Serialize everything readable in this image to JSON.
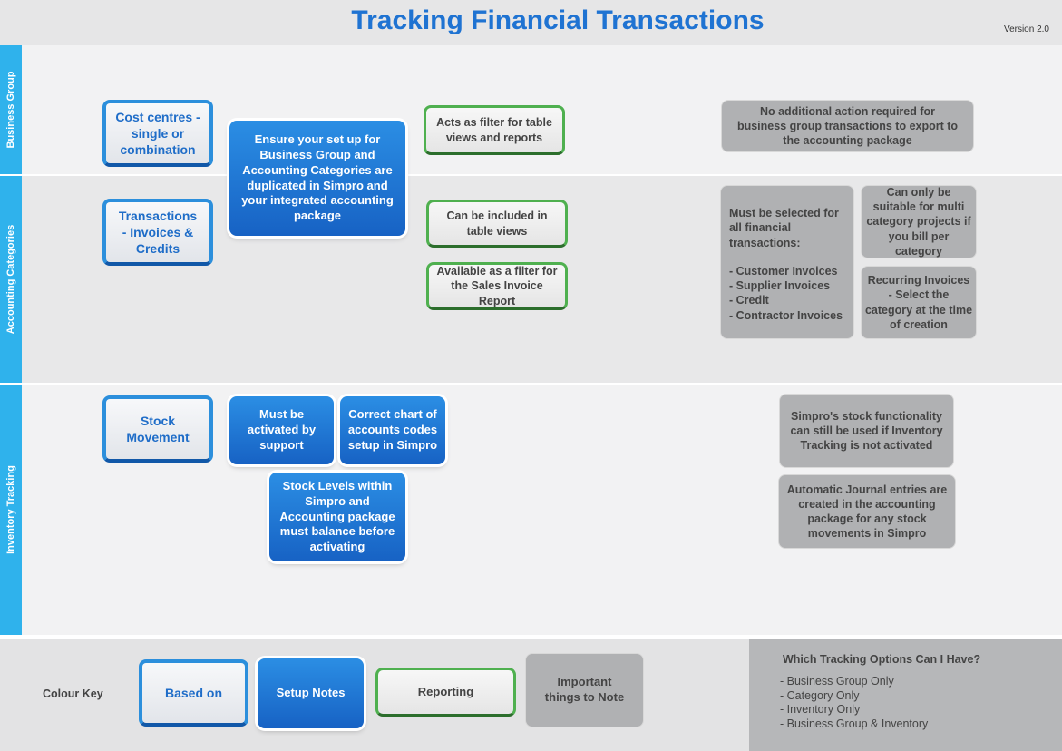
{
  "header": {
    "title": "Tracking Financial Transactions",
    "version": "Version 2.0"
  },
  "lanes": [
    {
      "label": "Business Group"
    },
    {
      "label": "Accounting Categories"
    },
    {
      "label": "Inventory Tracking"
    }
  ],
  "business_group": {
    "based_on": "Cost centres - single or combination",
    "setup_note": "Ensure your set up for Business Group and Accounting Categories are duplicated in Simpro and your integrated accounting package",
    "reporting": "Acts as filter for table views and reports",
    "note": "No additional action required for business group transactions to export to the accounting package"
  },
  "accounting_categories": {
    "based_on": "Transactions - Invoices & Credits",
    "reporting_1": "Can be included in table views",
    "reporting_2": "Available as a filter for the Sales Invoice Report",
    "note_main_intro": "Must be selected for all financial transactions:",
    "note_main_items": [
      "- Customer Invoices",
      "- Supplier Invoices",
      "- Credit",
      "- Contractor Invoices"
    ],
    "note_multi": "Can only be suitable for multi category projects if you bill per category",
    "note_recurring": "Recurring Invoices - Select the category at the time of creation"
  },
  "inventory_tracking": {
    "based_on": "Stock Movement",
    "setup_support": "Must be activated by support",
    "setup_chart": "Correct chart of accounts codes setup in Simpro",
    "setup_stock": "Stock Levels within Simpro and Accounting package must balance before activating",
    "note_functionality": "Simpro's stock functionality can still be used if Inventory Tracking is not activated",
    "note_journal": "Automatic Journal entries are created in the accounting package for any stock movements in Simpro"
  },
  "colour_key": {
    "label": "Colour Key",
    "based_on": "Based on",
    "setup_notes": "Setup Notes",
    "reporting": "Reporting",
    "important": "Important things to Note"
  },
  "tracking_options": {
    "title": "Which Tracking Options Can I Have?",
    "items": [
      "- Business Group Only",
      "- Category Only",
      "- Inventory Only",
      "- Business Group & Inventory"
    ]
  },
  "colors": {
    "title_blue": "#1f73d2",
    "lane_blue": "#2fb2ec",
    "setup_blue": "#1c6fd0",
    "reporting_green": "#4fb04f",
    "note_grey": "#b0b1b3"
  }
}
